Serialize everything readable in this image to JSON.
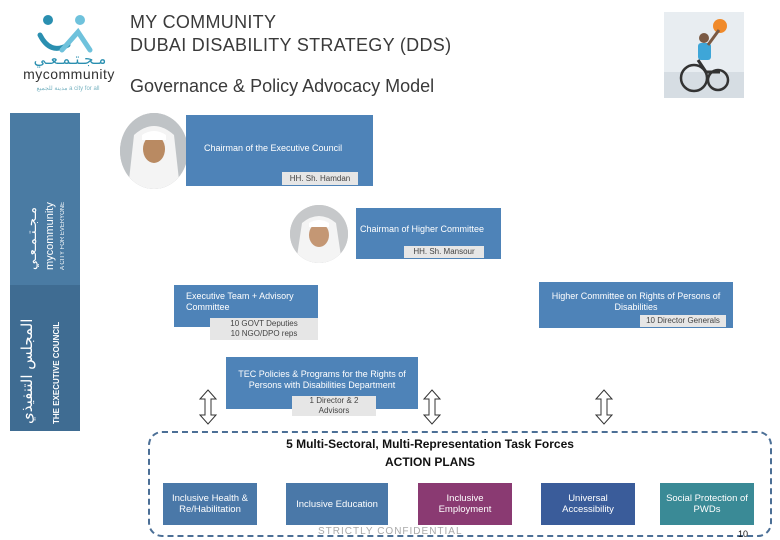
{
  "brand": {
    "arabic": "مـجـتـمـعـي",
    "name": "mycommunity",
    "tagline": "مدينة للجميع  a city for all"
  },
  "header": {
    "title_line1": "MY COMMUNITY",
    "title_line2": "DUBAI DISABILITY STRATEGY (DDS)",
    "subtitle": "Governance & Policy Advocacy Model"
  },
  "sidebar": {
    "top_arabic": "مـجـتـمـعـي",
    "top_name": "mycommunity",
    "top_tag": "A CITY FOR EVERYONE",
    "bottom_arabic": "المجلس التنفيذي",
    "bottom_name": "THE EXECUTIVE COUNCIL"
  },
  "org": {
    "chairman_exec": {
      "label": "Chairman of the Executive Council",
      "person": "HH. Sh. Hamdan"
    },
    "chairman_higher": {
      "label": "Chairman of Higher Committee",
      "person": "HH. Sh. Mansour"
    },
    "exec_team": {
      "label": "Executive Team + Advisory Committee",
      "sub1": "10 GOVT Deputies",
      "sub2": "10 NGO/DPO reps"
    },
    "higher_rights": {
      "label": "Higher Committee on Rights of Persons of Disabilities",
      "sub": "10 Director Generals"
    },
    "tec_dept": {
      "label": "TEC Policies & Programs for the Rights of Persons with Disabilities Department",
      "sub1": "1 Director & 2",
      "sub2": "Advisors"
    }
  },
  "taskforces": {
    "title": "5 Multi-Sectoral, Multi-Representation Task Forces",
    "subtitle": "ACTION PLANS",
    "items": [
      {
        "label": "Inclusive Health & Re/Habilitation",
        "color": "#4a78a8"
      },
      {
        "label": "Inclusive Education",
        "color": "#4a78a8"
      },
      {
        "label": "Inclusive Employment",
        "color": "#8a3a72"
      },
      {
        "label": "Universal Accessibility",
        "color": "#3a5c9a"
      },
      {
        "label": "Social Protection of PWDs",
        "color": "#3a8a96"
      }
    ]
  },
  "footer": {
    "confidential": "STRICTLY CONFIDENTIAL",
    "page": "10"
  }
}
